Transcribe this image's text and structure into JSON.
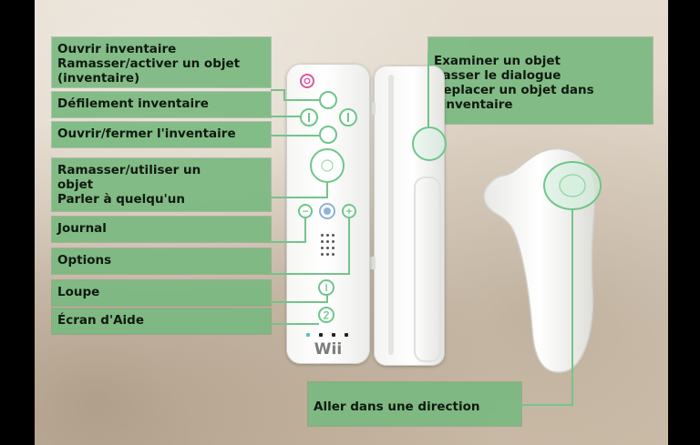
{
  "labels": {
    "open_inventory": [
      "Ouvrir inventaire",
      "Ramasser/activer un objet",
      "(inventaire)"
    ],
    "scroll_inventory": [
      "Défilement inventaire"
    ],
    "toggle_inventory": [
      "Ouvrir/fermer l'inventaire"
    ],
    "pickup_talk": [
      "Ramasser/utiliser un",
      "objet",
      "Parler à quelqu'un"
    ],
    "journal": [
      "Journal"
    ],
    "options": [
      "Options"
    ],
    "magnifier": [
      "Loupe"
    ],
    "help_screen": [
      "Écran d'Aide"
    ],
    "examine": [
      "Examiner un objet",
      "Passer le dialogue",
      "Replacer un objet dans",
      "l'inventaire"
    ],
    "move": [
      "Aller dans une direction"
    ]
  },
  "remote": {
    "logo": "Wii"
  },
  "colors": {
    "label_bg": "#79b880",
    "line": "#74c48a",
    "parchment": "#ddd2c3"
  }
}
